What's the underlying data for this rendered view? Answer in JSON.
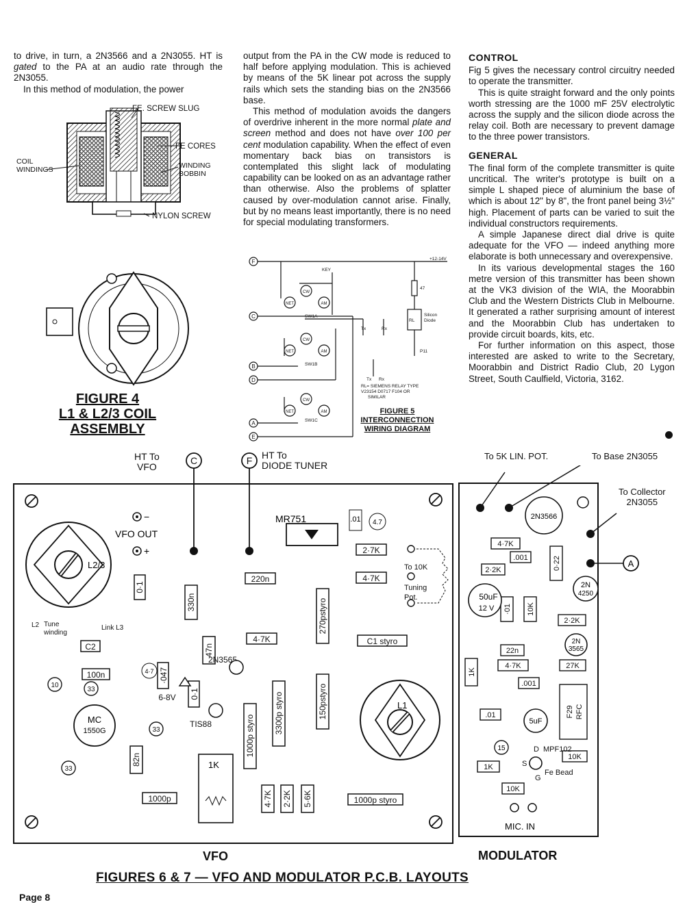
{
  "col1": {
    "p1_pre": "to drive, in turn, a 2N3566 and a 2N3055. HT is ",
    "p1_em": "gated",
    "p1_post": " to the PA at an audio rate through the 2N3055.",
    "p2": "In this method of modulation, the power"
  },
  "fig4": {
    "labels": {
      "fe_screw_slug": "FE. SCREW SLUG",
      "fe_cores": "FE CORES",
      "coil_windings_1": "COIL",
      "coil_windings_2": "WINDINGS",
      "winding_bobbin_1": "WINDING",
      "winding_bobbin_2": "BOBBIN",
      "nylon_screw": "NYLON  SCREW"
    },
    "caption_1": "FIGURE 4",
    "caption_2": "L1 & L2/3 COIL",
    "caption_3": "ASSEMBLY"
  },
  "col2": {
    "p1": "output from the PA in the CW mode is reduced to half before applying modulation. This is achieved by means of the 5K linear pot across the supply rails which sets the standing bias on the 2N3566 base.",
    "p2_pre": "This method of modulation avoids the dangers of overdrive inherent in the more normal ",
    "p2_em1": "plate and screen",
    "p2_mid": " method and does not have ",
    "p2_em2": "over 100 per cent",
    "p2_post": " modulation capability. When the effect of even momentary back bias on transistors is contemplated this slight lack of modulating capability can be looked on as an advantage rather than otherwise. Also the problems of splatter caused by over-modulation cannot arise. Finally, but by no means least importantly, there is no need for special modulating transformers."
  },
  "fig5": {
    "supply": "+12-14V",
    "key": "KEY",
    "net": "NET",
    "cw": "CW",
    "am": "AM",
    "sw1a": "SW1A",
    "sw1b": "SW1B",
    "sw1c": "SW1C",
    "r47": "47",
    "silicon_1": "Silicon",
    "silicon_2": "Diode",
    "rl": "RL",
    "p11": "P11",
    "tx": "Tx",
    "rx": "Rx",
    "note_1": "RL= SIEMENS  RELAY  TYPE",
    "note_2": "V23154  D0717  F104  OR",
    "note_3": "SIMILAR",
    "caption_1": "FIGURE  5",
    "caption_2": "INTERCONNECTION",
    "caption_3": "WIRING  DIAGRAM",
    "nodes": [
      "F",
      "C",
      "B",
      "D",
      "A",
      "E"
    ]
  },
  "col3": {
    "h_control": "CONTROL",
    "control_p1": "Fig 5 gives the necessary control circuitry needed to operate the transmitter.",
    "control_p2": "This is quite straight forward and the only points worth stressing are the 1000 mF 25V electrolytic across the supply and the silicon diode across the relay coil. Both are necessary to prevent damage to the three power transistors.",
    "h_general": "GENERAL",
    "general_p1": "The final form of the complete transmitter is quite uncritical. The writer's prototype is built on a simple L shaped piece of aluminium the base of which is about 12\" by 8\", the front panel being 3½\" high. Placement of parts can be varied to suit the individual constructors requirements.",
    "general_p2": "A simple Japanese direct dial drive is quite adequate for the VFO — indeed anything more elaborate is both unnecessary and overexpensive.",
    "general_p3": "In its various developmental stages the 160 metre version of this transmitter has been shown at the VK3 division of the WIA, the Moorabbin Club and the Western Districts Club in Melbourne. It generated a rather surprising amount of interest and the Moorabbin Club has undertaken to provide circuit boards, kits, etc.",
    "general_p4": "For further information on this aspect, those interested are asked to write to the Secretary, Moorabbin and District Radio Club, 20 Lygon Street, South Caulfield, Victoria, 3162."
  },
  "vfo": {
    "ht_to_vfo_1": "HT To",
    "ht_to_vfo_2": "VFO",
    "ht_to_tuner_1": "HT To",
    "ht_to_tuner_2": "DIODE  TUNER",
    "node_c": "C",
    "node_f": "F",
    "vfo_out": "VFO OUT",
    "minus": "−",
    "plus": "+",
    "mr751": "MR751",
    "c01": ".01",
    "c47": "4.7",
    "r27k": "2·7K",
    "r47k": "4·7K",
    "to10k_1": "To  10K",
    "to10k_2": "Tuning",
    "to10k_3": "Pot.",
    "r220": "220n",
    "c270": "270pstyro",
    "c1styro": "C1 styro",
    "l23": "L2/3",
    "c01b": "0·1",
    "r330": "330n",
    "r47": "47n",
    "r47k2": "4·7K",
    "q2n3565": "2N3565",
    "l2tune_1": "L2",
    "l2tune_2": "Tune",
    "l2tune_3": "winding",
    "linkl3": "Link L3",
    "c2": "C2",
    "c100n": "100n",
    "c47b": "4·7",
    "c047": "·047",
    "c01c": "0·1",
    "z68": "6-8V",
    "tis88": "TIS88",
    "c150": "150pstyro",
    "c3300": "3300p styro",
    "l1": "L1",
    "n10": "10",
    "n33a": "33",
    "n33b": "33",
    "n33c": "33",
    "mc_1": "MC",
    "mc_2": "1550G",
    "r82": "82n",
    "c1000p": "1000p",
    "c1000styro": "1000p styro",
    "r1k": "1K",
    "r47k3": "4·7K",
    "r22k": "2·2K",
    "r56k": "5·6K",
    "c1000styro2": "1000p styro"
  },
  "mod": {
    "to5k": "To 5K  LIN.  POT.",
    "tobase": "To Base  2N3055",
    "tocoll_1": "To  Collector",
    "tocoll_2": "2N3055",
    "node_a": "A",
    "q2n3566": "2N3566",
    "r47k": "4·7K",
    "c001": ".001",
    "r22k": "2·2K",
    "c022": "0·22",
    "c50uf_1": "50uF",
    "c50uf_2": "12 V",
    "c01": "·01",
    "r10k": "10K",
    "q2n4250_1": "2N",
    "q2n4250_2": "4250",
    "r22k2": "2·2K",
    "r22n": "22n",
    "q2n3565_1": "2N",
    "q2n3565_2": "3565",
    "r1k": "1K",
    "r47k2": "4·7K",
    "r27k": "27K",
    "c001b": ".001",
    "c01b": ".01",
    "c5uf": "5uF",
    "rfc_1": "F29",
    "rfc_2": "RFC",
    "n15": "15",
    "mpf102": "MPF102",
    "d": "D",
    "s": "S",
    "g": "G",
    "r1k2": "1K",
    "r10k2": "10K",
    "fe_bead": "Fe Bead",
    "r10k3": "10K",
    "mic_in": "MIC.  IN"
  },
  "footer": {
    "vfo": "VFO",
    "modulator": "MODULATOR",
    "title": "FIGURES  6 & 7 — VFO  AND  MODULATOR  P.C.B.  LAYOUTS",
    "page": "Page 8"
  }
}
